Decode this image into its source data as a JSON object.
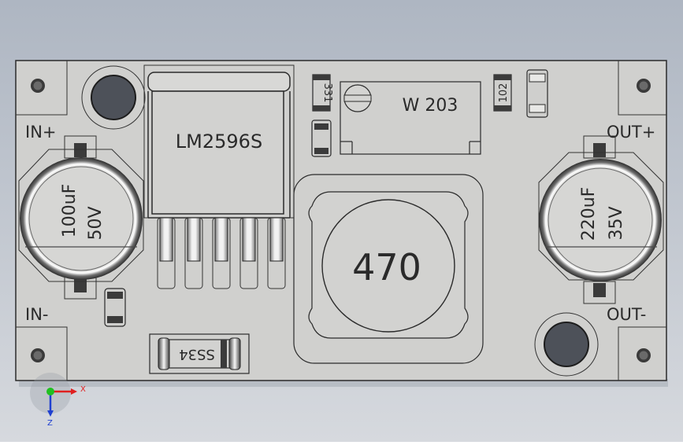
{
  "viewport": {
    "background_top": "#aeb6c2",
    "background_bottom": "#d6d9de",
    "board_color": "#d0d0ce",
    "edge_color": "#2b2b2b"
  },
  "board": {
    "terminals": {
      "in_plus": "IN+",
      "in_minus": "IN-",
      "out_plus": "OUT+",
      "out_minus": "OUT-"
    },
    "regulator_ic": {
      "label": "LM2596S"
    },
    "inductor": {
      "label": "470"
    },
    "potentiometer": {
      "label": "W 203"
    },
    "input_capacitor": {
      "value": "100uF",
      "voltage": "50V"
    },
    "output_capacitor": {
      "value": "220uF",
      "voltage": "35V"
    },
    "resistor_331": {
      "label": "331"
    },
    "resistor_102": {
      "label": "102"
    },
    "diode": {
      "label": "SS34"
    }
  },
  "triad": {
    "x_label": "X",
    "z_label": "Z",
    "x_color": "#e02020",
    "y_color": "#20c020",
    "z_color": "#2040d0"
  }
}
